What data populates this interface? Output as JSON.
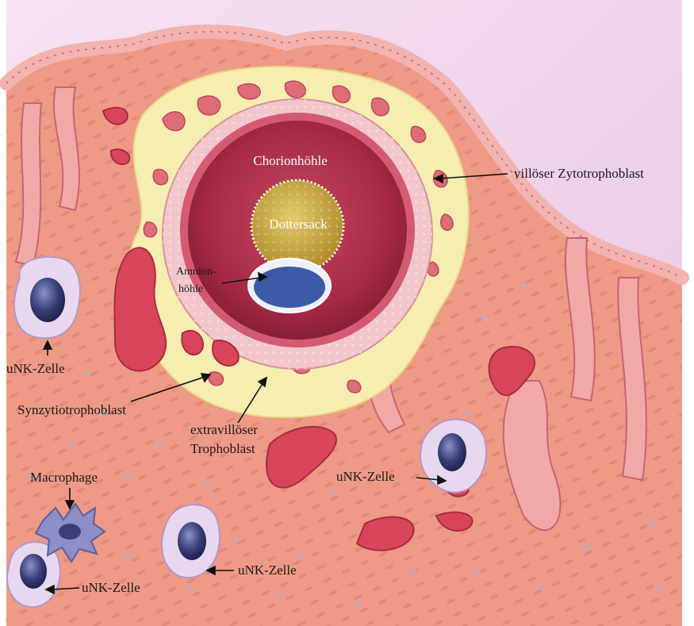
{
  "labels": {
    "chorionhoehle": "Chorionhöhle",
    "dottersack": "Dottersack",
    "amnionhoehle_line1": "Amnion-",
    "amnionhoehle_line2": "höhle",
    "villoeser_zytotrophoblast": "villöser Zytotrophoblast",
    "unk_zelle_left": "uNK-Zelle",
    "synzytiotrophoblast": "Synzytiotrophoblast",
    "extravilloeser_line1": "extravillöser",
    "extravilloeser_line2": "Trophoblast",
    "unk_zelle_right": "uNK-Zelle",
    "macrophage": "Macrophage",
    "unk_zelle_bottom_mid": "uNK-Zelle",
    "unk_zelle_bottom_left": "uNK-Zelle"
  },
  "colors": {
    "background_sky": "#f3d6ec",
    "decidua": "#ee9a86",
    "decidua_dark": "#e07a68",
    "trophoblast_yellow": "#f6eeb0",
    "chorion_dark": "#a52845",
    "chorion_mid": "#c24058",
    "yolk_sac": "#c9a83e",
    "amnion_blue": "#3b5aa8",
    "cell_lilac": "#e7d8ef",
    "cell_nucleus": "#3a3f78",
    "epithelium": "#f0a6a6",
    "vessel": "#d9455a"
  }
}
